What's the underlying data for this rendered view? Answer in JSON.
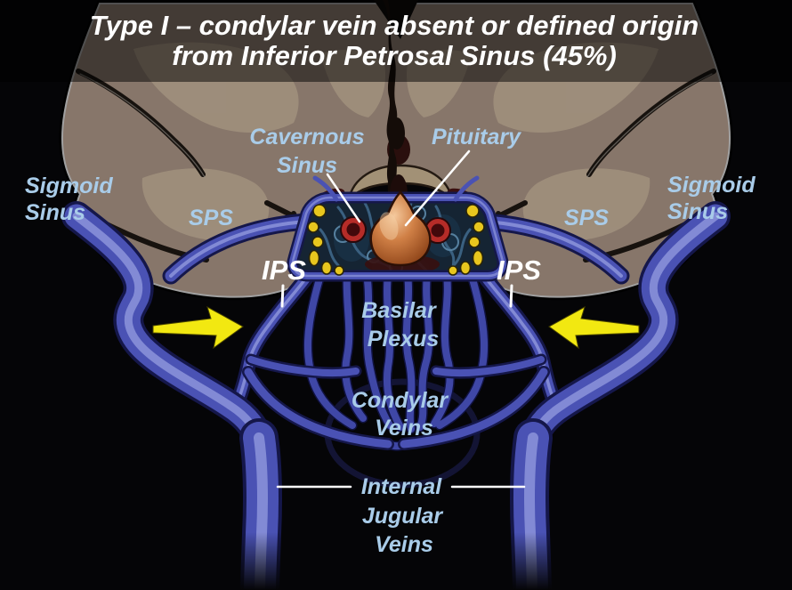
{
  "figure": {
    "title_line1": "Type I – condylar vein absent or defined origin",
    "title_line2": "from Inferior Petrosal Sinus (45%)"
  },
  "labels": {
    "cavernous_sinus": [
      "Cavernous",
      "Sinus"
    ],
    "pituitary": "Pituitary",
    "sigmoid_sinus_left": [
      "Sigmoid",
      "Sinus"
    ],
    "sigmoid_sinus_right": [
      "Sigmoid",
      "Sinus"
    ],
    "sps_left": "SPS",
    "sps_right": "SPS",
    "ips_left": "IPS",
    "ips_right": "IPS",
    "basilar_plexus": [
      "Basilar",
      "Plexus"
    ],
    "condylar_veins": [
      "Condylar",
      "Veins"
    ],
    "internal_jugular_veins": [
      "Internal",
      "Jugular",
      "Veins"
    ]
  },
  "colors": {
    "background": "#050507",
    "title_text": "#ffffff",
    "label_text": "#a9cce9",
    "ips_text": "#ffffff",
    "vein_main": "#4a52b4",
    "vein_highlight": "#9099dd",
    "vein_edge": "#15174a",
    "brain_base": "#87766a",
    "brain_light": "#a29176",
    "pituitary_orange": "#cd7e48",
    "flow_arrow_yellow": "#f2e811",
    "cranial_nerve_yellow": "#e8c61e",
    "carotid_red": "#b52c28",
    "sinus_interior": "#152433"
  }
}
